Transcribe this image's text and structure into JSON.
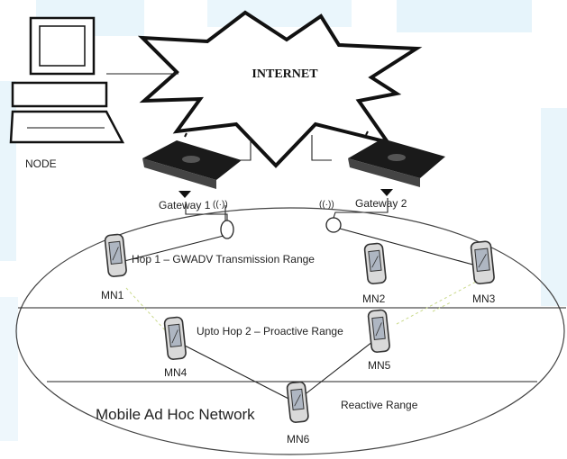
{
  "internet": {
    "label": "INTERNET"
  },
  "node": {
    "label": "NODE"
  },
  "gateways": [
    {
      "label": "Gateway 1"
    },
    {
      "label": "Gateway 2"
    }
  ],
  "antenna_glyph": "((·))",
  "ranges": {
    "hop1": "Hop 1 – GWADV Transmission Range",
    "hop2": "Upto Hop 2 – Proactive Range",
    "reactive": "Reactive Range"
  },
  "network": {
    "label": "Mobile Ad Hoc Network"
  },
  "mobile_nodes": [
    "MN1",
    "MN2",
    "MN3",
    "MN4",
    "MN5",
    "MN6"
  ],
  "colors": {
    "background_tint": "#e4f4fb",
    "lines": "#222222",
    "device": "#1a1a1a"
  }
}
